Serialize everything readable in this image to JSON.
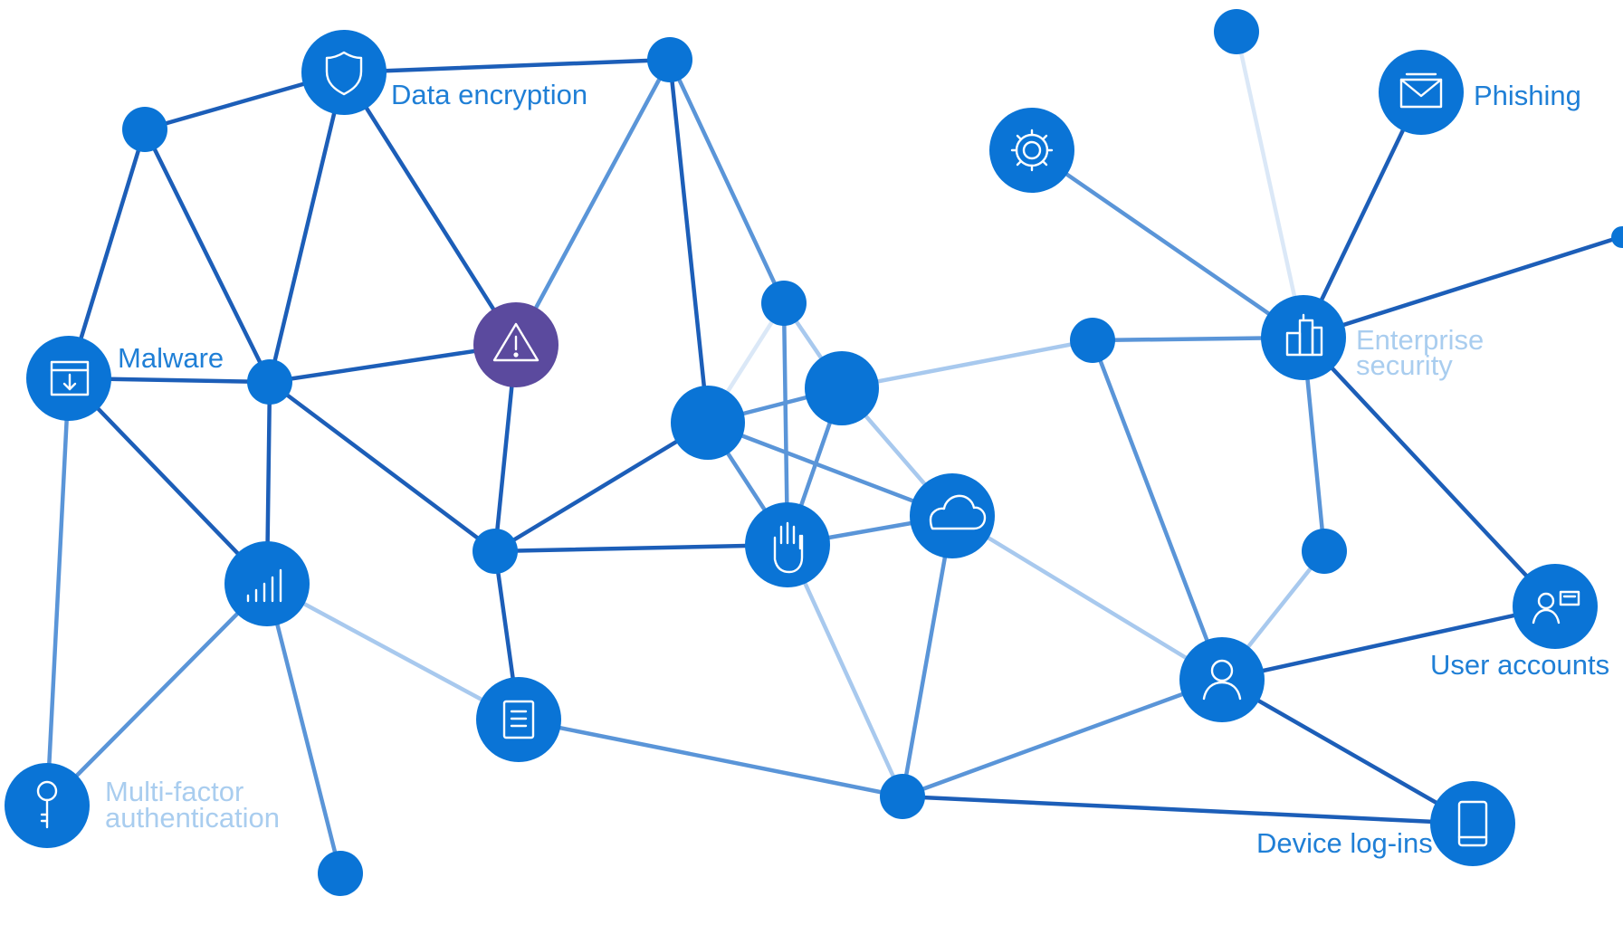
{
  "colors": {
    "node": "#0a74d6",
    "alert_node": "#5b4a9e",
    "edge_dark": "#1c5eb8",
    "edge_mid": "#5a95d8",
    "edge_light": "#c9dff5",
    "label": "#1f7fd6",
    "label_faint": "#a9cdef"
  },
  "labels": {
    "data_encryption": "Data encryption",
    "malware": "Malware",
    "mfa_line1": "Multi-factor",
    "mfa_line2": "authentication",
    "phishing": "Phishing",
    "enterprise_line1": "Enterprise",
    "enterprise_line2": "security",
    "user_accounts": "User accounts",
    "device_logins": "Device log-ins"
  },
  "icons": {
    "shield": "shield-icon",
    "warning": "warning-icon",
    "malware": "download-window-icon",
    "signal": "signal-bars-icon",
    "key": "key-icon",
    "document": "document-icon",
    "hand": "hand-icon",
    "cloud": "cloud-icon",
    "gear": "gear-icon",
    "mail": "mail-icon",
    "building": "building-icon",
    "person": "person-icon",
    "user_card": "user-card-icon",
    "device": "tablet-icon"
  }
}
